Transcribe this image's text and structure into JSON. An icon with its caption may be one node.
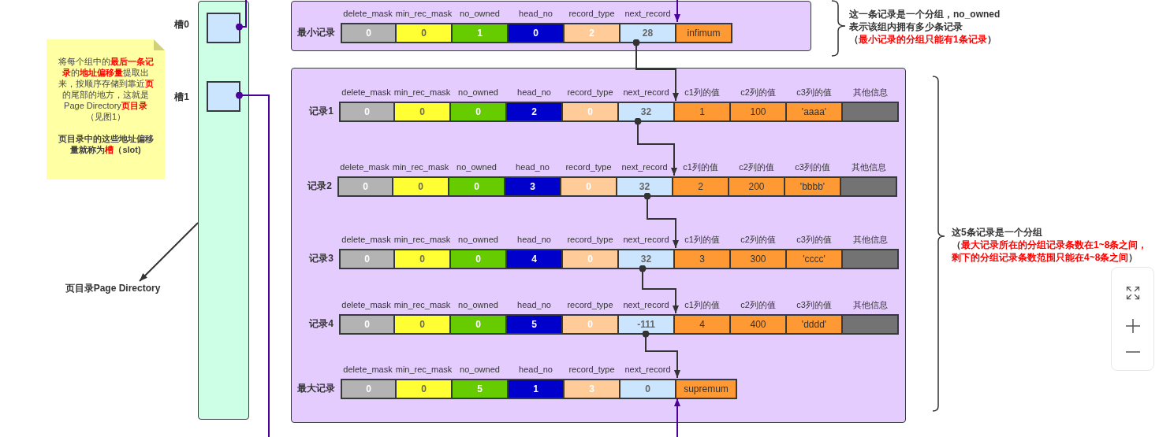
{
  "diagram": {
    "nodes": [
      {
        "text": [
          "将每个组中的**最后一条记录**的**地址偏移量**提取出来，按顺序存储到靠近**页**的尾部的地方，这就是Page Directory**页目录**（见图1）",
          "页目录中的这些地址偏移量就称为**槽**（slot)"
        ]
      },
      {
        "text": [],
        "shape": "bar"
      },
      {
        "text": [],
        "shape": "box",
        "in": 1
      },
      {
        "text": [],
        "shape": "box",
        "in": 1
      },
      {
        "text": [
          "页目录Page Directory"
        ]
      },
      {
        "text": [],
        "shape": "box",
        "beside": [
          "这一条记录是一个分组，no_owned表示该组内拥有多少条记录",
          "（**最小记录的分组只能有1条记录**）"
        ]
      },
      {
        "text": [
          "0"
        ],
        "in": 5
      },
      {
        "text": [
          "0"
        ],
        "in": 5
      },
      {
        "text": [
          "1"
        ],
        "in": 5
      },
      {
        "text": [
          "0"
        ],
        "in": 5
      },
      {
        "text": [
          "2"
        ],
        "in": 5
      },
      {
        "text": [
          "28"
        ],
        "in": 5
      },
      {
        "text": [
          "infimum"
        ],
        "in": 5
      },
      {
        "text": [],
        "shape": "box",
        "beside": [
          "这5条记录是一个分组",
          "（**最大记录所在的分组记录条数在1~8条之间，剩下的分组记录条数范围只能在4~8条之间**）"
        ]
      },
      {
        "text": [
          "0"
        ],
        "in": 13
      },
      {
        "text": [
          "0"
        ],
        "in": 13
      },
      {
        "text": [
          "0"
        ],
        "in": 13
      },
      {
        "text": [
          "2"
        ],
        "in": 13
      },
      {
        "text": [
          "0"
        ],
        "in": 13
      },
      {
        "text": [
          "32"
        ],
        "in": 13
      },
      {
        "text": [
          "1"
        ],
        "in": 13
      },
      {
        "text": [
          "100"
        ],
        "in": 13
      },
      {
        "text": [
          "'aaaa'"
        ],
        "in": 13
      },
      {
        "text": [],
        "shape": "box",
        "in": 13
      },
      {
        "text": [
          "0"
        ],
        "in": 13
      },
      {
        "text": [
          "0"
        ],
        "in": 13
      },
      {
        "text": [
          "0"
        ],
        "in": 13
      },
      {
        "text": [
          "3"
        ],
        "in": 13
      },
      {
        "text": [
          "0"
        ],
        "in": 13
      },
      {
        "text": [
          "32"
        ],
        "in": 13
      },
      {
        "text": [
          "2"
        ],
        "in": 13
      },
      {
        "text": [
          "200"
        ],
        "in": 13
      },
      {
        "text": [
          "'bbbb'"
        ],
        "in": 13
      },
      {
        "text": [],
        "shape": "box",
        "in": 13
      },
      {
        "text": [
          "0"
        ],
        "in": 13
      },
      {
        "text": [
          "0"
        ],
        "in": 13
      },
      {
        "text": [
          "0"
        ],
        "in": 13
      },
      {
        "text": [
          "4"
        ],
        "in": 13
      },
      {
        "text": [
          "0"
        ],
        "in": 13
      },
      {
        "text": [
          "32"
        ],
        "in": 13
      },
      {
        "text": [
          "3"
        ],
        "in": 13
      },
      {
        "text": [
          "300"
        ],
        "in": 13
      },
      {
        "text": [
          "'cccc'"
        ],
        "in": 13
      },
      {
        "text": [],
        "shape": "box",
        "in": 13
      },
      {
        "text": [
          "0"
        ],
        "in": 13
      },
      {
        "text": [
          "0"
        ],
        "in": 13
      },
      {
        "text": [
          "0"
        ],
        "in": 13
      },
      {
        "text": [
          "5"
        ],
        "in": 13
      },
      {
        "text": [
          "0"
        ],
        "in": 13
      },
      {
        "text": [
          "-111"
        ],
        "in": 13
      },
      {
        "text": [
          "4"
        ],
        "in": 13
      },
      {
        "text": [
          "400"
        ],
        "in": 13
      },
      {
        "text": [
          "'dddd'"
        ],
        "in": 13
      },
      {
        "text": [],
        "shape": "box",
        "in": 13
      },
      {
        "text": [
          "0"
        ],
        "in": 13
      },
      {
        "text": [
          "0"
        ],
        "in": 13
      },
      {
        "text": [
          "5"
        ],
        "in": 13
      },
      {
        "text": [
          "1"
        ],
        "in": 13
      },
      {
        "text": [
          "3"
        ],
        "in": 13
      },
      {
        "text": [
          "0"
        ],
        "in": 13
      },
      {
        "text": [
          "supremum"
        ],
        "in": 13
      }
    ],
    "edges": [
      {
        "from": 2,
        "to": null,
        "arrow": "other",
        "color": "#4c0099"
      },
      {
        "from": null,
        "to": 12,
        "arrow": "to",
        "color": "#4c0099"
      },
      {
        "from": 3,
        "to": null,
        "arrow": "other",
        "color": "#4c0099"
      },
      {
        "from": null,
        "to": 60,
        "arrow": "to",
        "color": "#4c0099"
      },
      {
        "from": 1,
        "to": 4,
        "arrow": "to"
      },
      {
        "from": 11,
        "to": 20,
        "arrow": "to"
      },
      {
        "from": 19,
        "to": 30,
        "arrow": "to"
      },
      {
        "from": 29,
        "to": 40,
        "arrow": "to"
      },
      {
        "from": 39,
        "to": 50,
        "arrow": "to"
      },
      {
        "from": 49,
        "to": 60,
        "arrow": "to"
      }
    ],
    "labels": [
      "槽0",
      "槽1",
      "delete_mask",
      "min_rec_mask",
      "no_owned",
      "head_no",
      "record_type",
      "next_record",
      "最小记录",
      "delete_mask",
      "min_rec_mask",
      "no_owned",
      "head_no",
      "record_type",
      "next_record",
      "c1列的值",
      "c2列的值",
      "c3列的值",
      "其他信息",
      "记录1",
      "delete_mask",
      "min_rec_mask",
      "no_owned",
      "head_no",
      "record_type",
      "next_record",
      "c1列的值",
      "c2列的值",
      "c3列的值",
      "其他信息",
      "记录2",
      "delete_mask",
      "min_rec_mask",
      "no_owned",
      "head_no",
      "record_type",
      "next_record",
      "c1列的值",
      "c2列的值",
      "c3列的值",
      "其他信息",
      "记录3",
      "delete_mask",
      "min_rec_mask",
      "no_owned",
      "head_no",
      "record_type",
      "next_record",
      "c1列的值",
      "c2列的值",
      "c3列的值",
      "其他信息",
      "记录4",
      "delete_mask",
      "min_rec_mask",
      "no_owned",
      "head_no",
      "record_type",
      "next_record",
      "最大记录"
    ]
  }
}
